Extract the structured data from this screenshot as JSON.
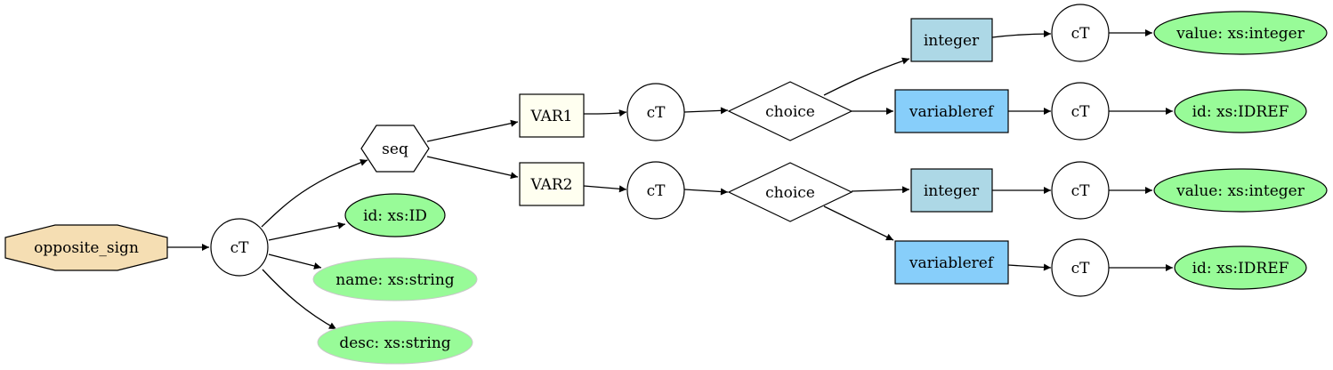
{
  "colors": {
    "root": "#f5deb3",
    "element": "#fffff0",
    "type_light": "#add8e6",
    "type_dark": "#87cefa",
    "attribute": "#98fb98"
  },
  "nodes": {
    "opposite_sign": "opposite_sign",
    "ct_root": "cT",
    "seq": "seq",
    "id_attr": "id: xs:ID",
    "name_attr": "name: xs:string",
    "desc_attr": "desc: xs:string",
    "var1": "VAR1",
    "var2": "VAR2",
    "ct_var1": "cT",
    "ct_var2": "cT",
    "choice1": "choice",
    "choice2": "choice",
    "integer1": "integer",
    "variableref1": "variableref",
    "integer2": "integer",
    "variableref2": "variableref",
    "ct_int1": "cT",
    "ct_vref1": "cT",
    "ct_int2": "cT",
    "ct_vref2": "cT",
    "value_attr1": "value: xs:integer",
    "id_ref1": "id: xs:IDREF",
    "value_attr2": "value: xs:integer",
    "id_ref2": "id: xs:IDREF"
  }
}
